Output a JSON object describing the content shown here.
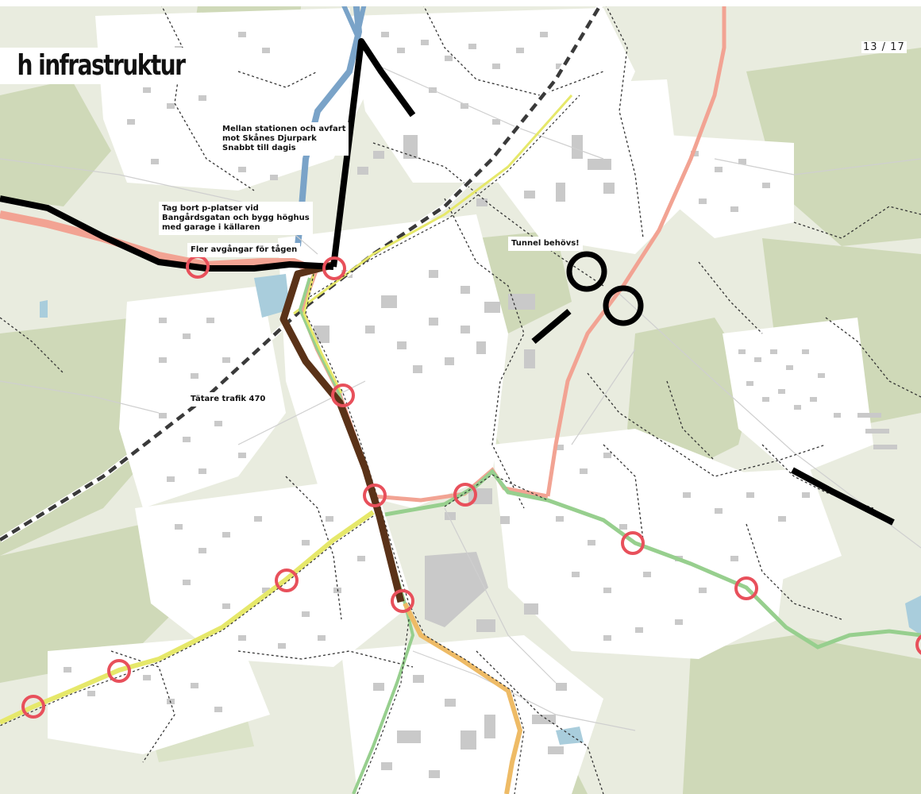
{
  "header": {
    "title": "h infrastruktur",
    "page_number": "13 / 17"
  },
  "annotations": {
    "station_daycare": [
      "Mellan stationen och avfart",
      "mot Skånes Djurpark",
      "Snabbt till dagis"
    ],
    "parking_highrise": [
      "Tag bort p-platser vid",
      "Bangårdsgatan och bygg höghus",
      "med garage i källaren"
    ],
    "more_departures": [
      "Fler avgångar för tågen"
    ],
    "tunnel_needed": [
      "Tunnel behövs!"
    ],
    "denser_traffic": [
      "Tätare trafik 470"
    ]
  },
  "colors": {
    "background": "#e9ecdf",
    "forest": "#cfd9b8",
    "building": "#c8c8c8",
    "water": "#9cc3d8",
    "river": "#7aa3c8",
    "stop_marker": "#e8505b",
    "route_salmon": "#f2a393",
    "route_green": "#97cf8e",
    "route_yellow": "#e6e86a",
    "route_orange": "#eebb66",
    "route_brown": "#5a3218",
    "proposal_black": "#000000",
    "railway": "#3a3a3a"
  }
}
